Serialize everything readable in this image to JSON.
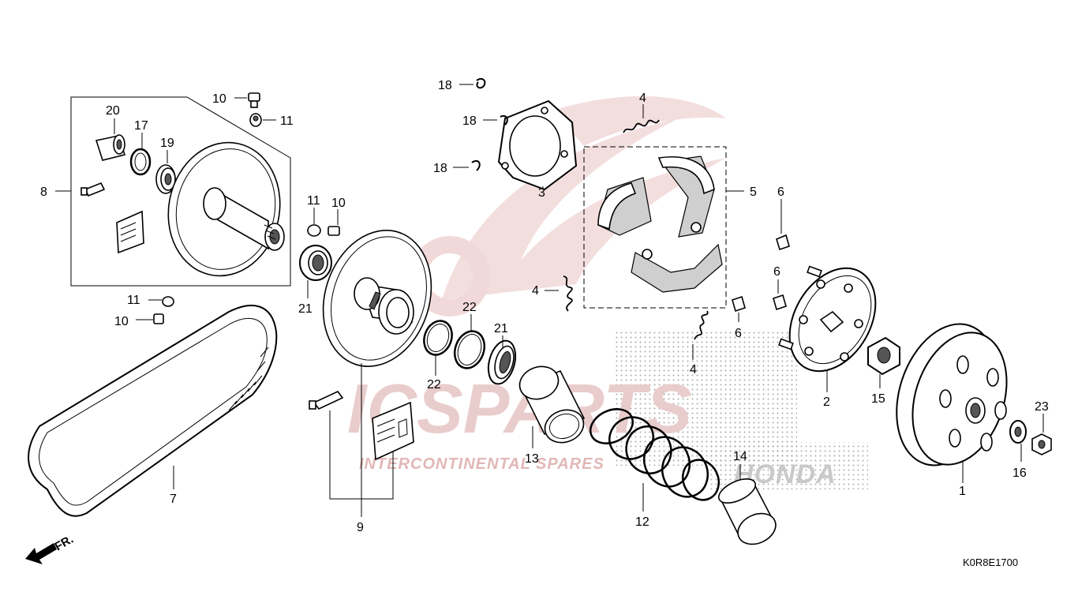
{
  "diagram": {
    "code": "K0R8E1700",
    "direction_label": "FR.",
    "watermark": {
      "brand": "ICSPARTS",
      "tagline": "INTERCONTINENTAL SPARES",
      "maker": "HONDA"
    },
    "callouts": {
      "c1": "1",
      "c2": "2",
      "c3": "3",
      "c4a": "4",
      "c4b": "4",
      "c4c": "4",
      "c5": "5",
      "c6a": "6",
      "c6b": "6",
      "c6c": "6",
      "c7": "7",
      "c8": "8",
      "c9": "9",
      "c10a": "10",
      "c10b": "10",
      "c10c": "10",
      "c11a": "11",
      "c11b": "11",
      "c11c": "11",
      "c12": "12",
      "c13": "13",
      "c14": "14",
      "c15": "15",
      "c16": "16",
      "c17": "17",
      "c18a": "18",
      "c18b": "18",
      "c18c": "18",
      "c19": "19",
      "c20": "20",
      "c21a": "21",
      "c21b": "21",
      "c22a": "22",
      "c22b": "22",
      "c23": "23"
    }
  }
}
